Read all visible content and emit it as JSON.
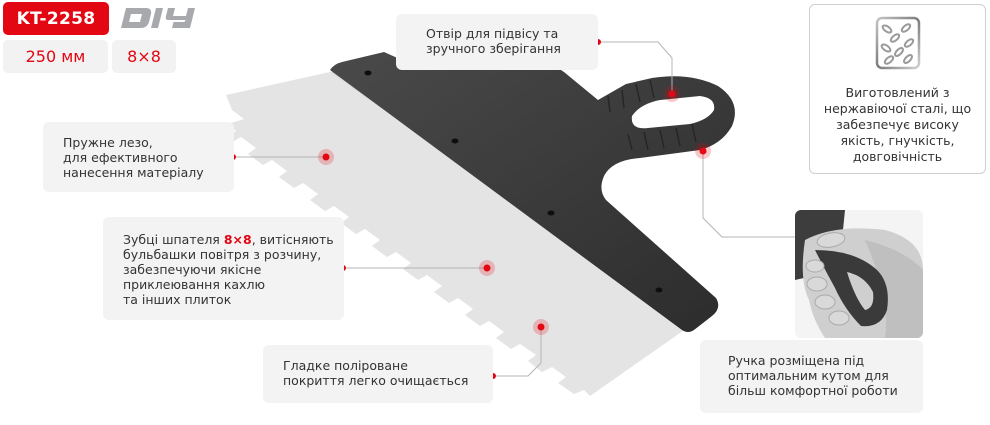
{
  "product": {
    "code": "KT-2258",
    "brand_line": "DIY",
    "size": "250 мм",
    "teeth_size": "8×8"
  },
  "callouts": {
    "hole": "Отвір для підвісу та\nзручного зберігання",
    "blade": "Пружне лезо,\nдля ефективного\nнанесення матеріалу",
    "teeth_prefix": "Зубці шпателя ",
    "teeth_highlight": "8×8",
    "teeth_suffix": ", витісняють\nбульбашки повітря з розчину,\nзабезпечуючи якісне\nприклеювання кахлю\nта інших плиток",
    "smooth": "Гладке поліроване\nпокриття легко очищається",
    "steel": "Виготовлений з\nнержавіючої сталі, що\nзабезпечує високу\nякість, гнучкість,\nдовговічність",
    "handle": "Ручка розміщена під\nоптимальним кутом для\nбільш комфортної роботи"
  },
  "icons": {
    "steel": "stainless-steel-leaves-icon",
    "marker": "red-dot-marker"
  },
  "colors": {
    "accent": "#e30613",
    "panel": "#f3f3f3",
    "handle": "#3a3a3a",
    "blade": "#e4e4e4",
    "diy_logo": "#a7a9ac"
  }
}
